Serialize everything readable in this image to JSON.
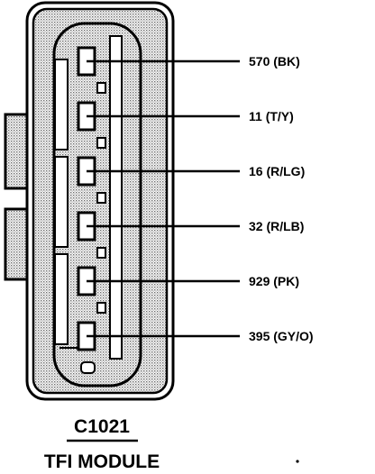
{
  "connector": {
    "id": "C1021",
    "name": "TFI MODULE"
  },
  "pins": [
    {
      "label": "570 (BK)"
    },
    {
      "label": "11 (T/Y)"
    },
    {
      "label": "16 (R/LG)"
    },
    {
      "label": "32 (R/LB)"
    },
    {
      "label": "929 (PK)"
    },
    {
      "label": "395 (GY/O)"
    }
  ],
  "colors": {
    "ink": "#000000",
    "stipple": "#9a9a9a",
    "background": "#ffffff"
  }
}
